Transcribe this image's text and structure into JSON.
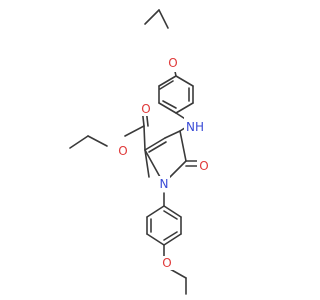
{
  "atom_labels": {
    "o_top": "O",
    "nh": "NH",
    "n_ring": "N",
    "o_carbonyl": "O",
    "o_ester_carbonyl": "O",
    "o_ester": "O",
    "o_bottom": "O"
  },
  "colors": {
    "bond": "#3a3a3a",
    "oxygen": "#e03a3a",
    "nitrogen": "#3a4bd6",
    "background": "#ffffff"
  }
}
